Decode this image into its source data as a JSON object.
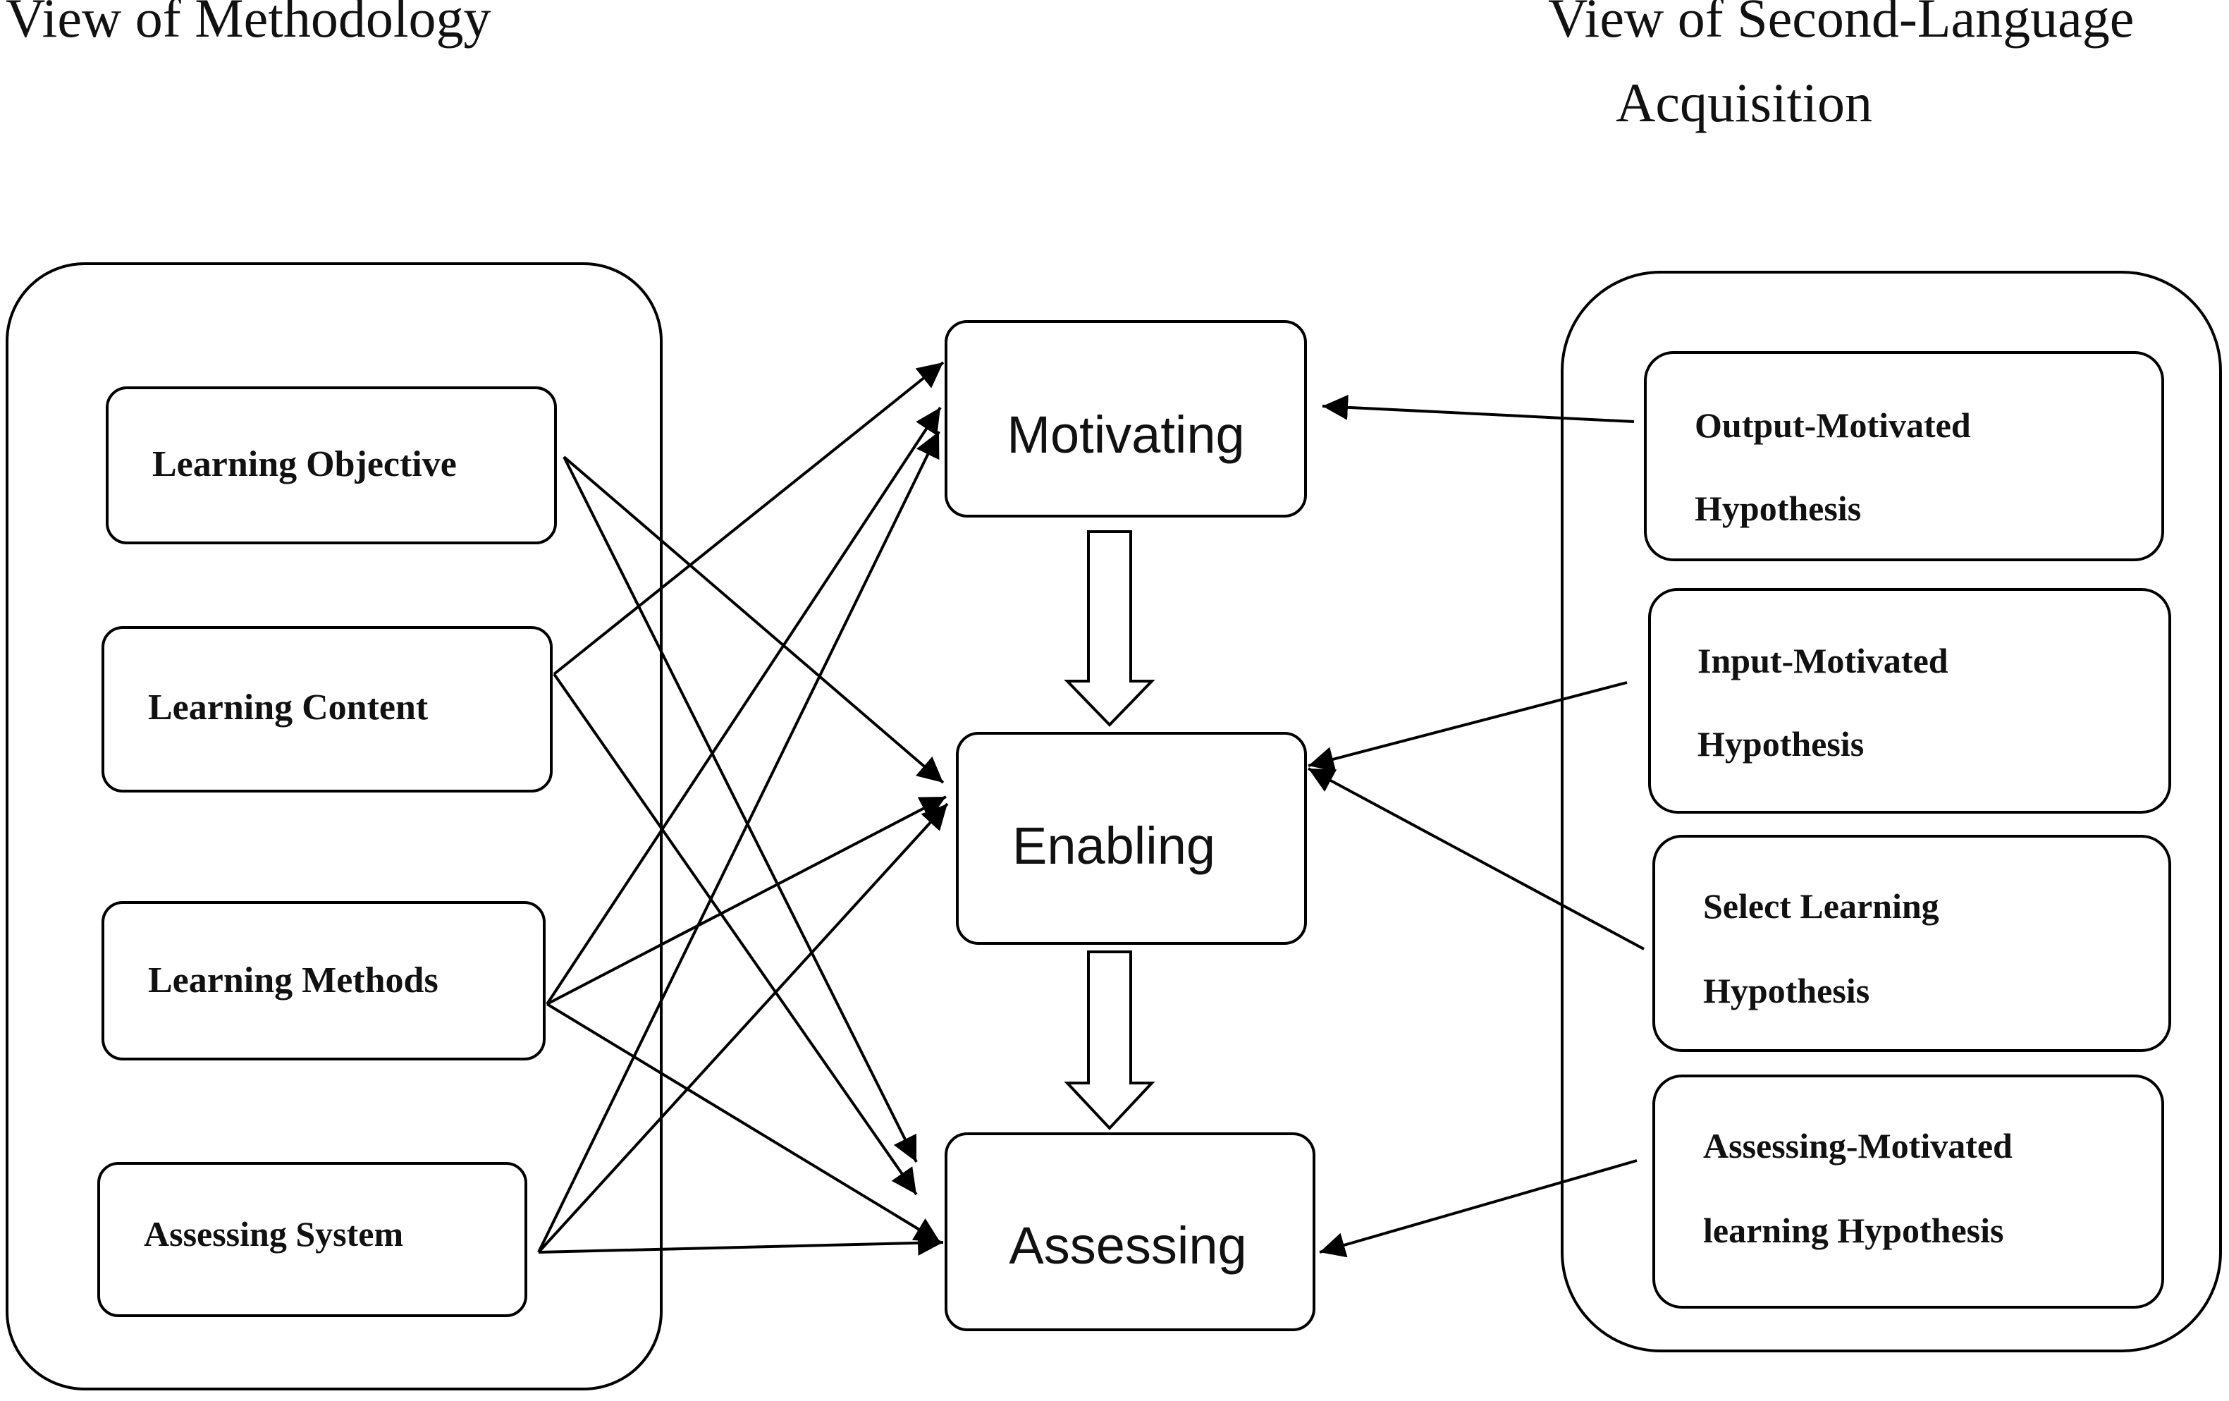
{
  "headings": {
    "left": "View of Methodology",
    "right_line1": "View of Second-Language",
    "right_line2": "Acquisition"
  },
  "left_nodes": [
    {
      "id": "learning-objective",
      "lines": [
        "Learning Objective"
      ]
    },
    {
      "id": "learning-content",
      "lines": [
        "Learning Content"
      ]
    },
    {
      "id": "learning-methods",
      "lines": [
        "Learning Methods"
      ]
    },
    {
      "id": "assessing-system",
      "lines": [
        "Assessing System"
      ]
    }
  ],
  "center_nodes": [
    {
      "id": "motivating",
      "label": "Motivating"
    },
    {
      "id": "enabling",
      "label": "Enabling"
    },
    {
      "id": "assessing",
      "label": "Assessing"
    }
  ],
  "right_nodes": [
    {
      "id": "output-motivated",
      "lines": [
        "Output-Motivated",
        "Hypothesis"
      ]
    },
    {
      "id": "input-motivated",
      "lines": [
        "Input-Motivated",
        "Hypothesis"
      ]
    },
    {
      "id": "select-learning",
      "lines": [
        "Select Learning",
        "Hypothesis"
      ]
    },
    {
      "id": "assessing-motivated",
      "lines": [
        "Assessing-Motivated",
        "learning Hypothesis"
      ]
    }
  ],
  "edges": [
    {
      "from": "learning-objective",
      "to": "enabling"
    },
    {
      "from": "learning-objective",
      "to": "assessing"
    },
    {
      "from": "learning-content",
      "to": "motivating"
    },
    {
      "from": "learning-content",
      "to": "assessing"
    },
    {
      "from": "learning-methods",
      "to": "motivating"
    },
    {
      "from": "learning-methods",
      "to": "enabling"
    },
    {
      "from": "learning-methods",
      "to": "assessing"
    },
    {
      "from": "assessing-system",
      "to": "motivating"
    },
    {
      "from": "assessing-system",
      "to": "enabling"
    },
    {
      "from": "assessing-system",
      "to": "assessing"
    },
    {
      "from": "output-motivated",
      "to": "motivating"
    },
    {
      "from": "input-motivated",
      "to": "enabling"
    },
    {
      "from": "select-learning",
      "to": "enabling"
    },
    {
      "from": "assessing-motivated",
      "to": "assessing"
    }
  ],
  "flow": [
    {
      "from": "motivating",
      "to": "enabling"
    },
    {
      "from": "enabling",
      "to": "assessing"
    }
  ]
}
